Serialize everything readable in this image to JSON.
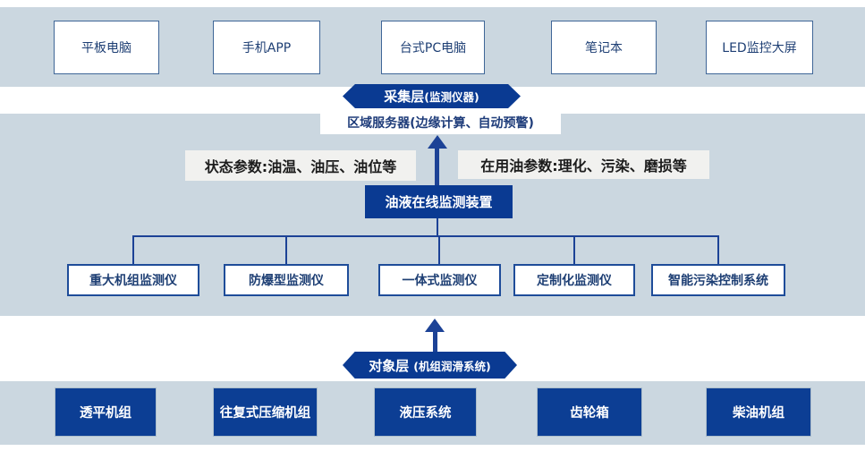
{
  "colors": {
    "band_background": "#cbd7e0",
    "dark_blue": "#0a3a92",
    "connector_blue": "#1c4296",
    "white_box_border": "#3f6697",
    "white_box_text": "#1e3f74",
    "param_label_background": "#f1f1ef"
  },
  "display_layer": {
    "items": [
      "平板电脑",
      "手机APP",
      "台式PC电脑",
      "笔记本",
      "LED监控大屏"
    ]
  },
  "collection_layer_banner": {
    "title": "采集层",
    "subtitle": "(监测仪器)"
  },
  "server_box": {
    "label": "区域服务器(边缘计算、自动预警)"
  },
  "parameter_labels": {
    "left": "状态参数:油温、油压、油位等",
    "right": "在用油参数:理化、污染、磨损等"
  },
  "device_box": {
    "label": "油液在线监测装置"
  },
  "monitor_boxes": {
    "items": [
      "重大机组监测仪",
      "防爆型监测仪",
      "一体式监测仪",
      "定制化监测仪",
      "智能污染控制系统"
    ]
  },
  "object_layer_banner": {
    "title": "对象层",
    "subtitle": "(机组润滑系统)"
  },
  "equipment_layer": {
    "items": [
      "透平机组",
      "往复式压缩机组",
      "液压系统",
      "齿轮箱",
      "柴油机组"
    ]
  }
}
